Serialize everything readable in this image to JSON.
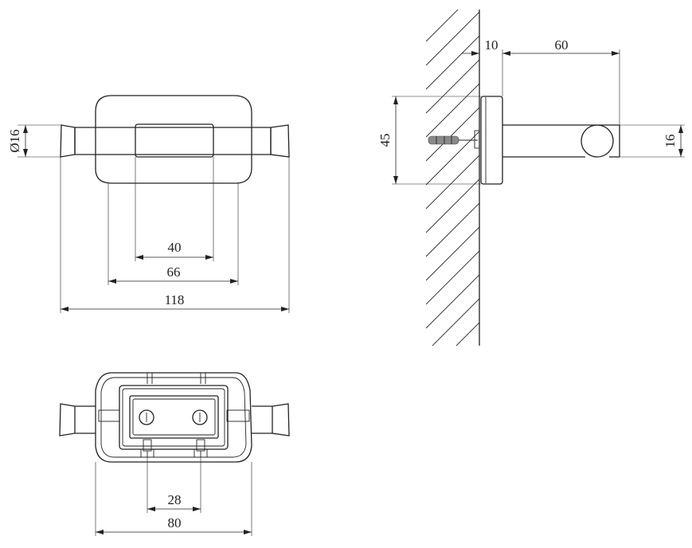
{
  "dimensions": {
    "rod_diameter": "Ø16",
    "mount_inner_width": "40",
    "plate_width": "66",
    "overall_length": "118",
    "wall_plate_depth": "10",
    "projection": "60",
    "plate_height": "45",
    "rod_thickness": "16",
    "screw_spacing": "28",
    "bracket_width": "80"
  },
  "views": [
    "front-view",
    "side-view",
    "back-view"
  ]
}
